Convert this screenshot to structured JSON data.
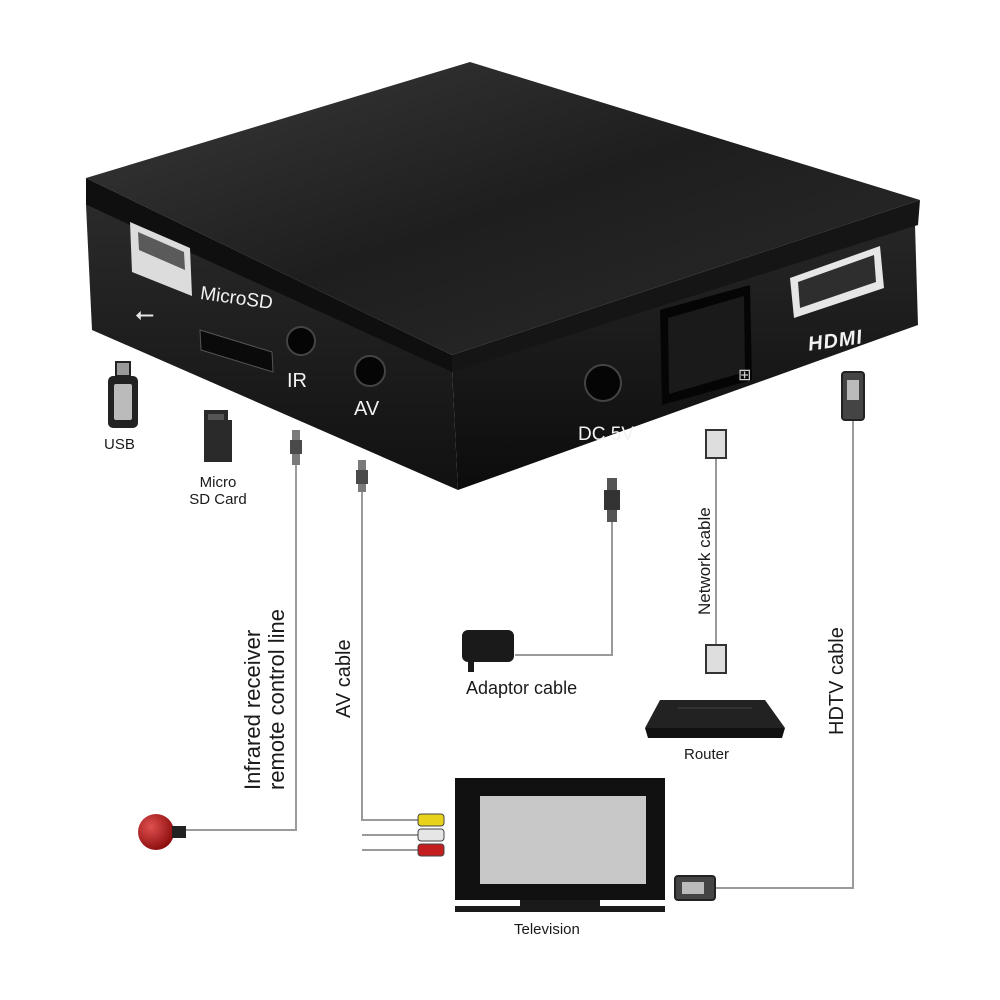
{
  "device": {
    "port_labels": {
      "microsd": "MicroSD",
      "ir": "IR",
      "av": "AV",
      "dc": "DC 5V",
      "hdmi": "HDMI"
    }
  },
  "peripherals": {
    "usb": "USB",
    "micro_sd_line1": "Micro",
    "micro_sd_line2": "SD Card",
    "adaptor": "Adaptor cable",
    "router": "Router",
    "television": "Television"
  },
  "cables": {
    "ir_line1": "Infrared receiver",
    "ir_line2": "remote control line",
    "av": "AV cable",
    "network": "Network cable",
    "hdtv": "HDTV cable"
  },
  "colors": {
    "device_body": "#1c1c1c",
    "device_top": "#2a2a2a",
    "cable": "#9a9a9a",
    "ir_receiver": "#b81a1a",
    "rca_yellow": "#e8d21a",
    "rca_white": "#e6e6e6",
    "rca_red": "#c41e1e"
  }
}
